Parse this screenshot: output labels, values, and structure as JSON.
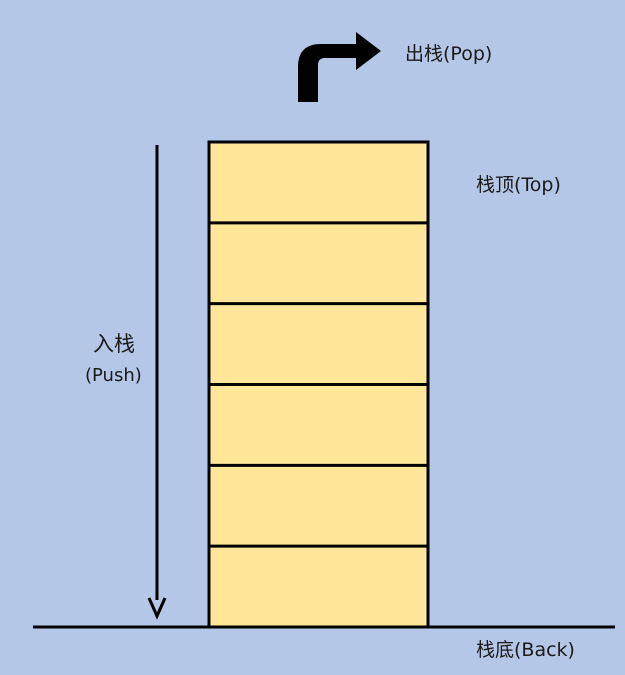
{
  "colors": {
    "background": "#b4c7e7",
    "cell_fill": "#ffe699",
    "stroke": "#000000"
  },
  "stack": {
    "cell_count": 6
  },
  "labels": {
    "pop": "出栈(Pop)",
    "top": "栈顶(Top)",
    "bottom": "栈底(Back)",
    "push_main": "入栈",
    "push_sub": "(Push)"
  }
}
